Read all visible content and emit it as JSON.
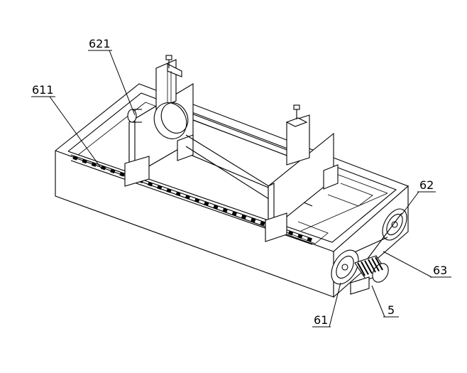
{
  "figure": {
    "labels": [
      {
        "id": "621",
        "text": "621"
      },
      {
        "id": "611",
        "text": "611"
      },
      {
        "id": "62",
        "text": "62"
      },
      {
        "id": "63",
        "text": "63"
      },
      {
        "id": "5",
        "text": "5"
      },
      {
        "id": "61",
        "text": "61"
      }
    ]
  }
}
